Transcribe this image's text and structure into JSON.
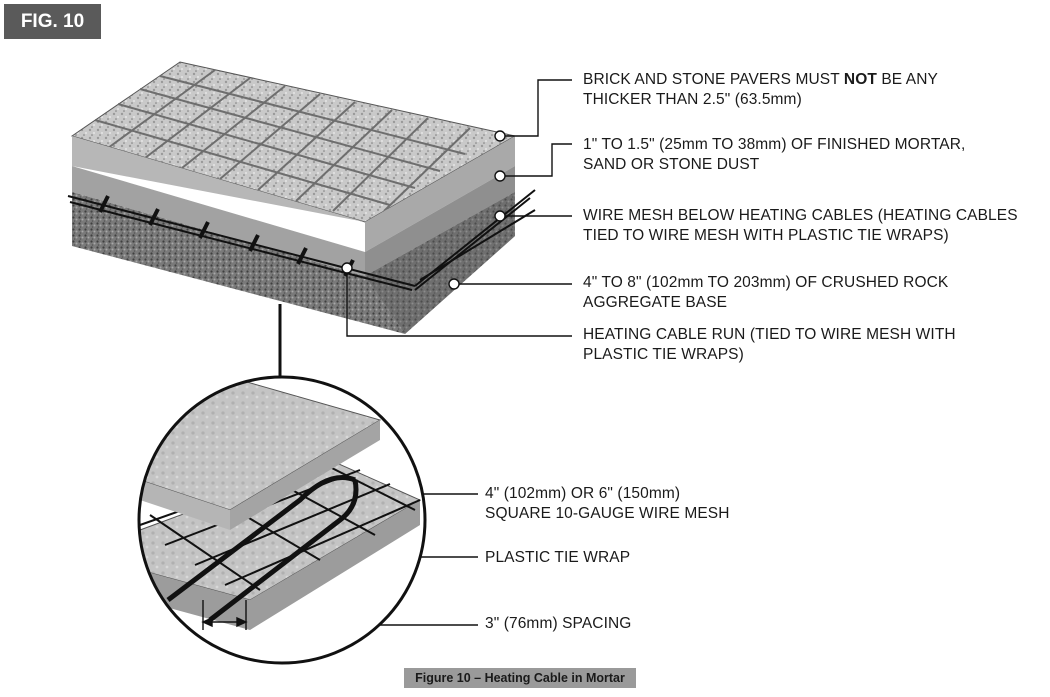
{
  "figure_tag": "FIG. 10",
  "caption": "Figure 10 – Heating Cable in Mortar",
  "callouts": {
    "pavers": {
      "line1_before": "BRICK AND STONE PAVERS MUST ",
      "line1_bold": "NOT",
      "line1_after": " BE ANY",
      "line2": "THICKER THAN 2.5\" (63.5mm)"
    },
    "mortar": {
      "line1": "1\" TO 1.5\" (25mm TO 38mm) OF FINISHED MORTAR,",
      "line2": "SAND OR STONE DUST"
    },
    "wire_mesh": {
      "line1": "WIRE MESH BELOW HEATING CABLES (HEATING CABLES",
      "line2": "TIED TO WIRE MESH WITH PLASTIC TIE WRAPS)"
    },
    "aggregate": {
      "line1": "4\" TO 8\" (102mm TO 203mm) OF CRUSHED ROCK",
      "line2": "AGGREGATE BASE"
    },
    "cable_run": {
      "line1": "HEATING CABLE RUN (TIED TO WIRE MESH WITH",
      "line2": "PLASTIC TIE WRAPS)"
    },
    "mesh_size": {
      "line1": "4\" (102mm) OR 6\" (150mm)",
      "line2": "SQUARE 10-GAUGE WIRE MESH"
    },
    "tie_wrap": {
      "line1": "PLASTIC TIE WRAP"
    },
    "spacing": {
      "line1": "3\" (76mm) SPACING"
    }
  }
}
